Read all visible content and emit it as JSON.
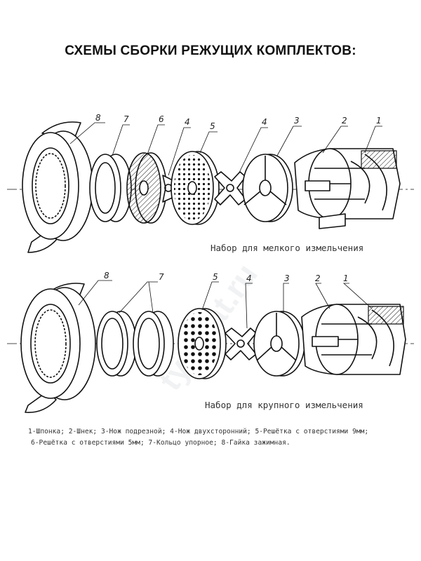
{
  "title": "СХЕМЫ СБОРКИ РЕЖУЩИХ КОМПЛЕКТОВ:",
  "top_set": {
    "caption": "Набор для мелкого измельчения",
    "labels": [
      "8",
      "7",
      "6",
      "4",
      "5",
      "4",
      "3",
      "2",
      "1"
    ]
  },
  "bottom_set": {
    "caption": "Набор для крупного измельчения",
    "labels": [
      "8",
      "7",
      "5",
      "4",
      "3",
      "2",
      "1"
    ]
  },
  "legend": {
    "line1": "1-Шпонка; 2-Шнек; 3-Нож подрезной; 4-Нож двухсторонний; 5-Решётка с отверстиями 9мм;",
    "line2": "6-Решётка с отверстиями 5мм; 7-Кольцо упорное; 8-Гайка зажимная."
  }
}
